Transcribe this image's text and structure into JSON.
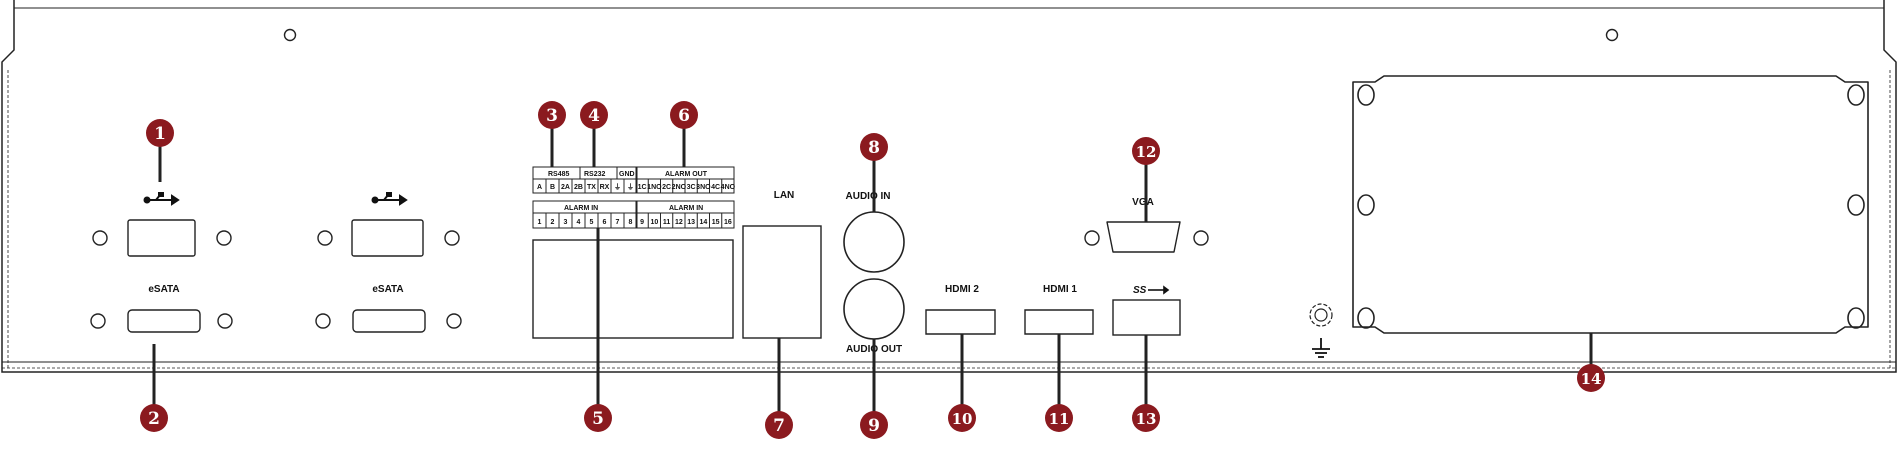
{
  "labels": {
    "esata_left": "eSATA",
    "esata_right": "eSATA",
    "lan": "LAN",
    "audio_in": "AUDIO IN",
    "audio_out": "AUDIO OUT",
    "hdmi2": "HDMI 2",
    "hdmi1": "HDMI 1",
    "vga": "VGA",
    "ss": "SS"
  },
  "terminal": {
    "rs485": "RS485",
    "rs232": "RS232",
    "gnd": "GND",
    "alarm_out": "ALARM OUT",
    "alarm_in": "ALARM IN",
    "row1": [
      "A",
      "B",
      "2A",
      "2B",
      "TX",
      "RX",
      "⏚",
      "⏚"
    ],
    "row2": [
      "1",
      "2",
      "3",
      "4",
      "5",
      "6",
      "7",
      "8"
    ],
    "out_row1": [
      "1C",
      "1NO",
      "2C",
      "2NO",
      "3C",
      "3NO",
      "4C",
      "4NO"
    ],
    "out_row2": [
      "9",
      "10",
      "11",
      "12",
      "13",
      "14",
      "15",
      "16"
    ]
  },
  "callouts": [
    "1",
    "2",
    "3",
    "4",
    "5",
    "6",
    "7",
    "8",
    "9",
    "10",
    "11",
    "12",
    "13",
    "14"
  ],
  "colors": {
    "callout": "#8b1a1f",
    "line": "#222222",
    "panel": "#ffffff"
  }
}
